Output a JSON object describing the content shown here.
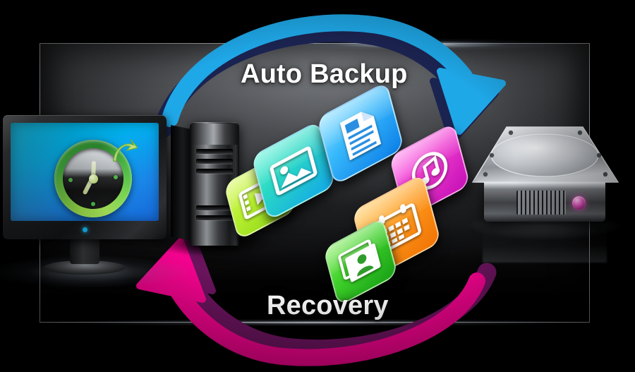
{
  "scene": {
    "title": "Auto Backup and Recovery diagram",
    "background_color": "#000000",
    "panel_color": "#4a4c50",
    "panel_border_color": "#cdd0d4"
  },
  "labels": {
    "backup": "Auto Backup",
    "recovery": "Recovery"
  },
  "arrows": [
    {
      "name": "auto-backup-arrow",
      "label": "Auto Backup",
      "direction": "computer-to-drive",
      "color": "#1fa8e8",
      "shadow_color": "#1b2350"
    },
    {
      "name": "recovery-arrow",
      "label": "Recovery",
      "direction": "drive-to-computer",
      "color": "#f5038f",
      "shadow_color": "#6b145e"
    }
  ],
  "devices": [
    {
      "name": "monitor",
      "label": "Monitor with backup clock",
      "screen_color": "#00b4f0",
      "icon": "clock-rewind-icon"
    },
    {
      "name": "computer-tower",
      "label": "Computer tower",
      "color": "#3b3d40"
    },
    {
      "name": "external-hard-drive",
      "label": "External hard drive",
      "color": "#9a9da2",
      "led_color": "#e24cbe"
    }
  ],
  "tiles": [
    {
      "id": "video",
      "name": "video-file-icon",
      "label": "Video",
      "color": "#b5ee2e"
    },
    {
      "id": "photo",
      "name": "photo-file-icon",
      "label": "Photos",
      "color": "#2ad9c4"
    },
    {
      "id": "doc",
      "name": "document-file-icon",
      "label": "Documents",
      "color": "#37b8fb"
    },
    {
      "id": "music",
      "name": "music-file-icon",
      "label": "Music",
      "color": "#ef3ad0"
    },
    {
      "id": "cal",
      "name": "calendar-file-icon",
      "label": "Calendar",
      "color": "#ff9b1c"
    },
    {
      "id": "contact",
      "name": "contacts-file-icon",
      "label": "Contacts",
      "color": "#3fd12a"
    }
  ]
}
